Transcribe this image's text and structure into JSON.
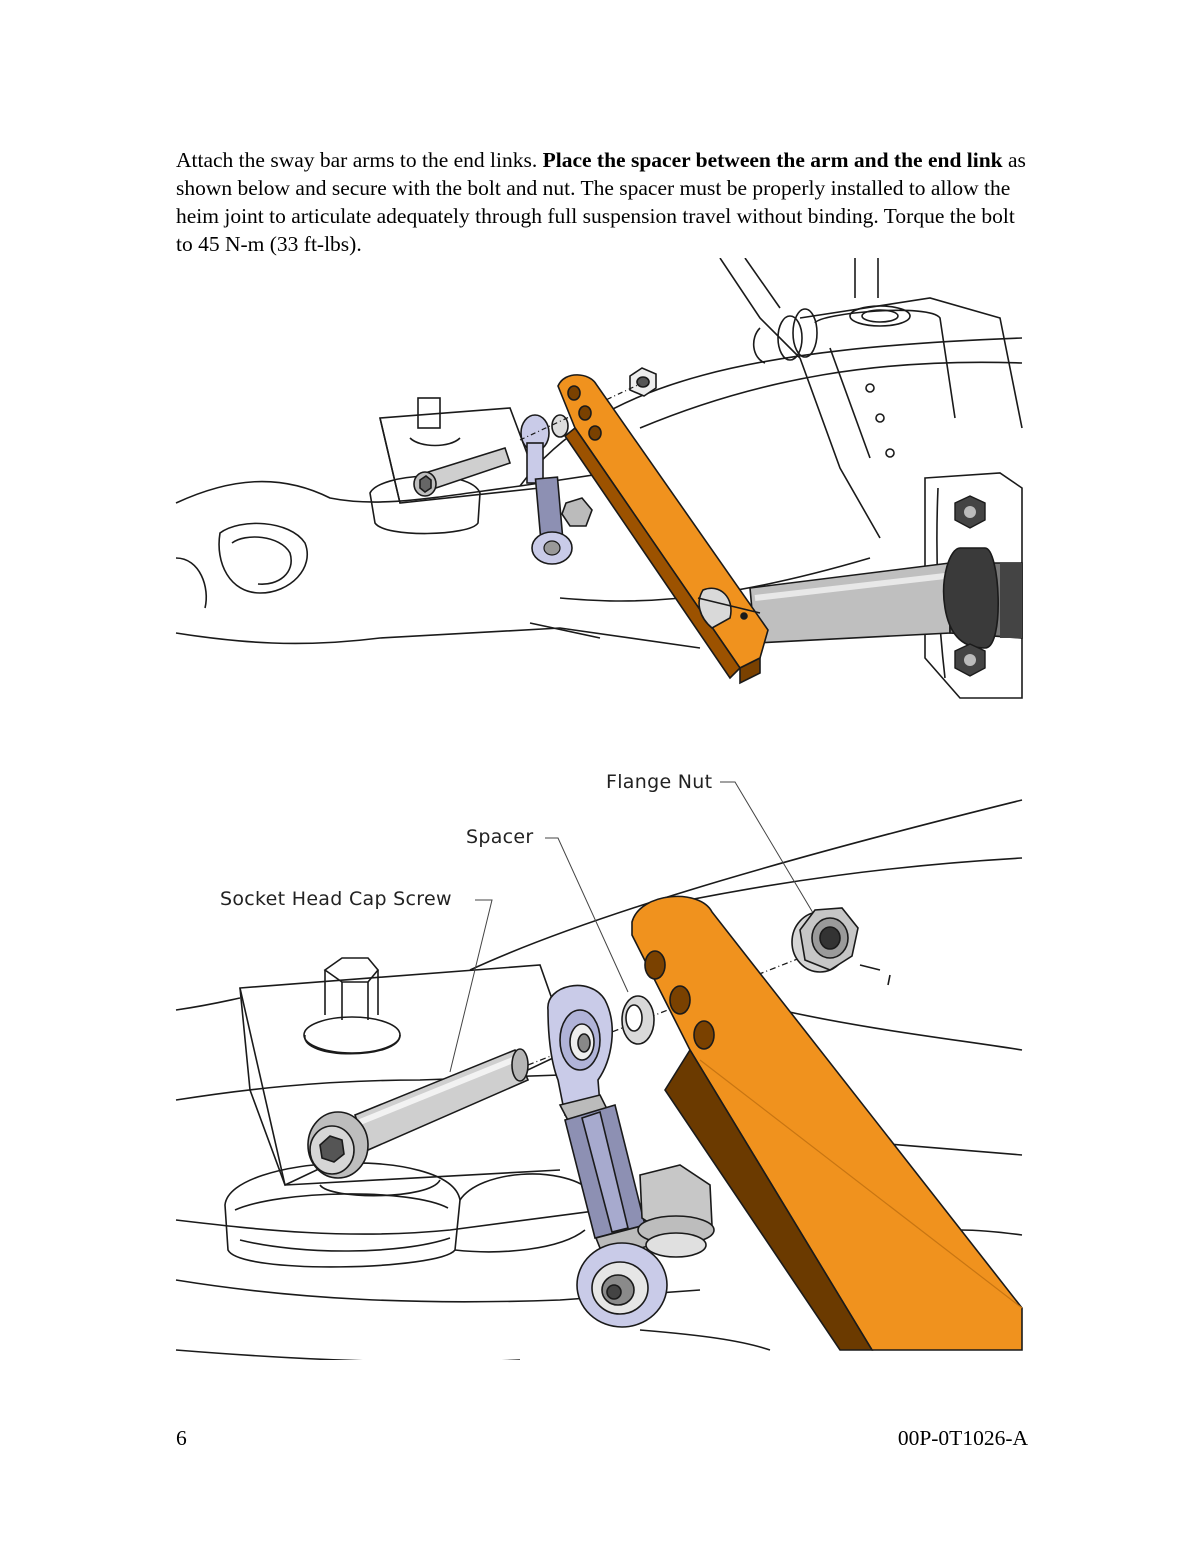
{
  "instructions": {
    "part1": "Attach the sway bar arms to the end links.  ",
    "part2_bold": "Place the spacer between the arm and the end link",
    "part3": " as shown below and secure with the bolt and nut.  The spacer must be properly installed to allow the heim joint to articulate adequately through full suspension travel without binding.  Torque the bolt to 45 N-m (33 ft-lbs)."
  },
  "callouts": {
    "flange_nut": "Flange Nut",
    "spacer": "Spacer",
    "socket_head_cap_screw": "Socket Head Cap Screw"
  },
  "footer": {
    "page_number": "6",
    "doc_code": "00P-0T1026-A"
  },
  "colors": {
    "arm_orange": "#F0921E",
    "arm_shadow": "#6B3A00",
    "line": "#1a1a1a",
    "heim_lavender": "#B8BBE0",
    "steel": "#A9A9A9"
  }
}
